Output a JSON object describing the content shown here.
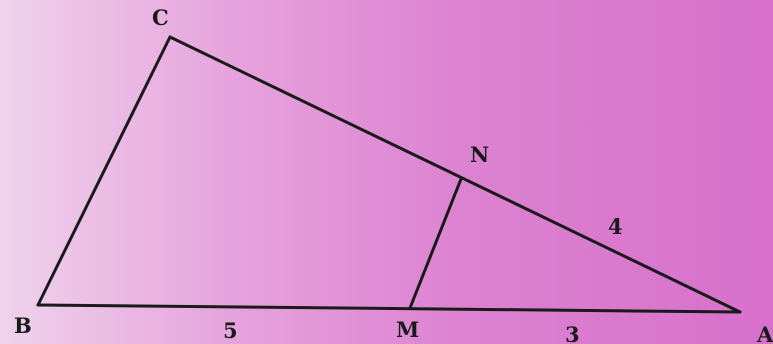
{
  "diagram": {
    "points": {
      "A": "A",
      "B": "B",
      "C": "C",
      "M": "M",
      "N": "N"
    },
    "segments": {
      "BM": "5",
      "MA": "3",
      "NA": "4"
    }
  }
}
